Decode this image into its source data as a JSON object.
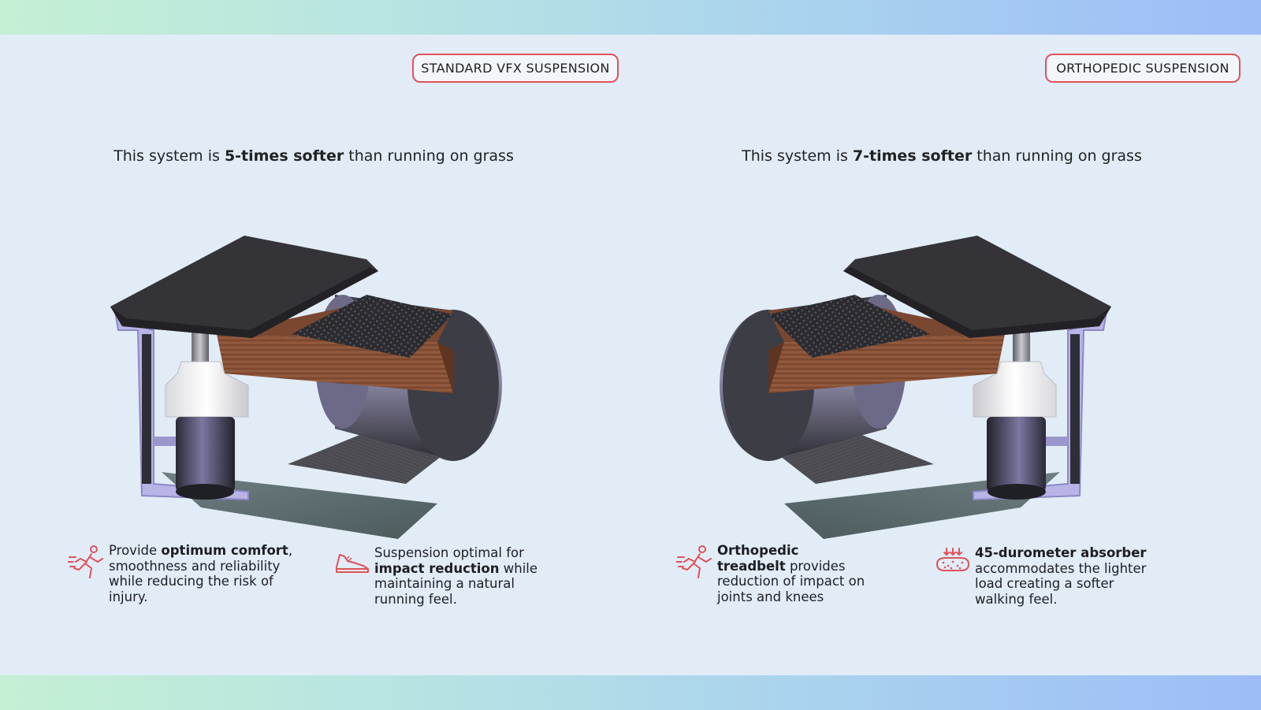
{
  "colors": {
    "accent": "#e0525a",
    "background": "#e1ecf7",
    "band_start": "#c5f0d4",
    "band_end": "#9dbcf8"
  },
  "left": {
    "tag": "STANDARD VFX SUSPENSION",
    "headline": {
      "pre": "This system is ",
      "bold": "5-times softer",
      "post": " than running on grass"
    },
    "features": [
      {
        "icon": "running-person-icon",
        "pre": "Provide ",
        "bold": "optimum comfort",
        "post": ", smoothness and reliability while reducing the risk of injury."
      },
      {
        "icon": "sneaker-icon",
        "pre": "Suspension optimal for ",
        "bold": "impact reduction",
        "post": " while maintaining a natural running feel."
      }
    ]
  },
  "right": {
    "tag": "ORTHOPEDIC SUSPENSION",
    "headline": {
      "pre": "This system is ",
      "bold": "7-times softer",
      "post": " than running on grass"
    },
    "features": [
      {
        "icon": "running-person-icon",
        "pre": "",
        "bold": "Orthopedic treadbelt",
        "post": " provides reduction of impact on joints and knees"
      },
      {
        "icon": "absorber-pad-icon",
        "pre": "",
        "bold": "45-durometer absorber",
        "post": " accommodates the lighter load creating a softer walking feel."
      }
    ]
  }
}
